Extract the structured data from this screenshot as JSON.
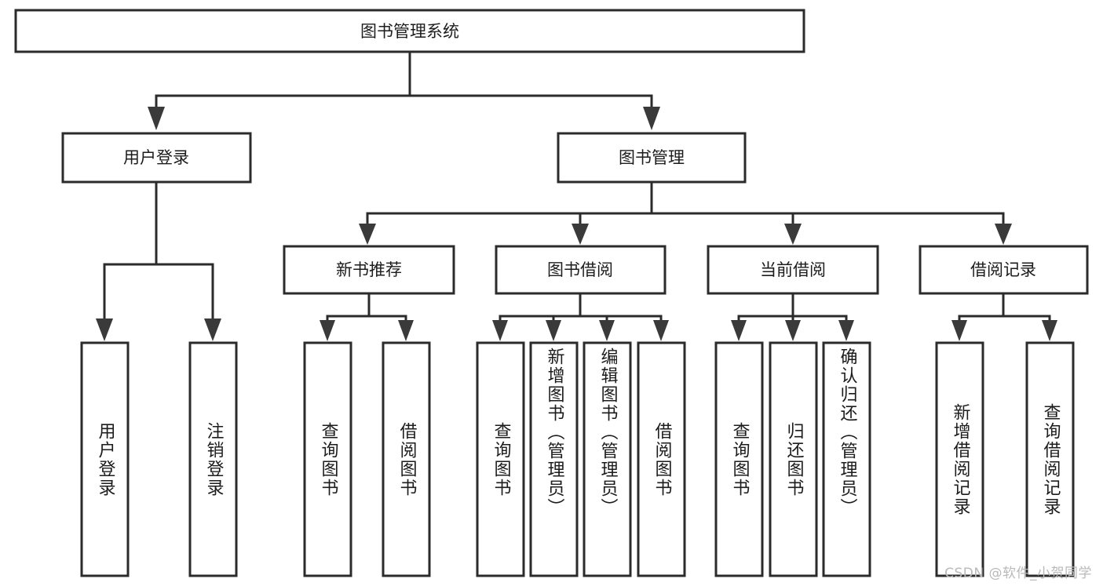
{
  "diagram": {
    "title": "图书管理系统",
    "type": "tree-hierarchy-diagram",
    "watermark": "CSDN @软件_小贺同学",
    "colors": {
      "box_stroke": "#2b2b2b",
      "box_fill": "#ffffff",
      "text": "#1c1c1c",
      "arrow": "#3a3a3a",
      "watermark": "#b9b9b9",
      "background": "#ffffff"
    },
    "levels": {
      "root": {
        "label": "图书管理系统"
      },
      "level2": [
        {
          "label": "用户登录"
        },
        {
          "label": "图书管理"
        }
      ],
      "level3": [
        {
          "label": "新书推荐"
        },
        {
          "label": "图书借阅"
        },
        {
          "label": "当前借阅"
        },
        {
          "label": "借阅记录"
        }
      ],
      "leaves": {
        "user_login": [
          {
            "label": "用户登录"
          },
          {
            "label": "注销登录"
          }
        ],
        "new_book_recommend": [
          {
            "label": "查询图书"
          },
          {
            "label": "借阅图书"
          }
        ],
        "book_borrow": [
          {
            "label": "查询图书"
          },
          {
            "label": "新增图书（管理员）"
          },
          {
            "label": "编辑图书（管理员）"
          },
          {
            "label": "借阅图书"
          }
        ],
        "current_borrow": [
          {
            "label": "查询图书"
          },
          {
            "label": "归还图书"
          },
          {
            "label": "确认归还（管理员）"
          }
        ],
        "borrow_record": [
          {
            "label": "新增借阅记录"
          },
          {
            "label": "查询借阅记录"
          }
        ]
      }
    }
  }
}
